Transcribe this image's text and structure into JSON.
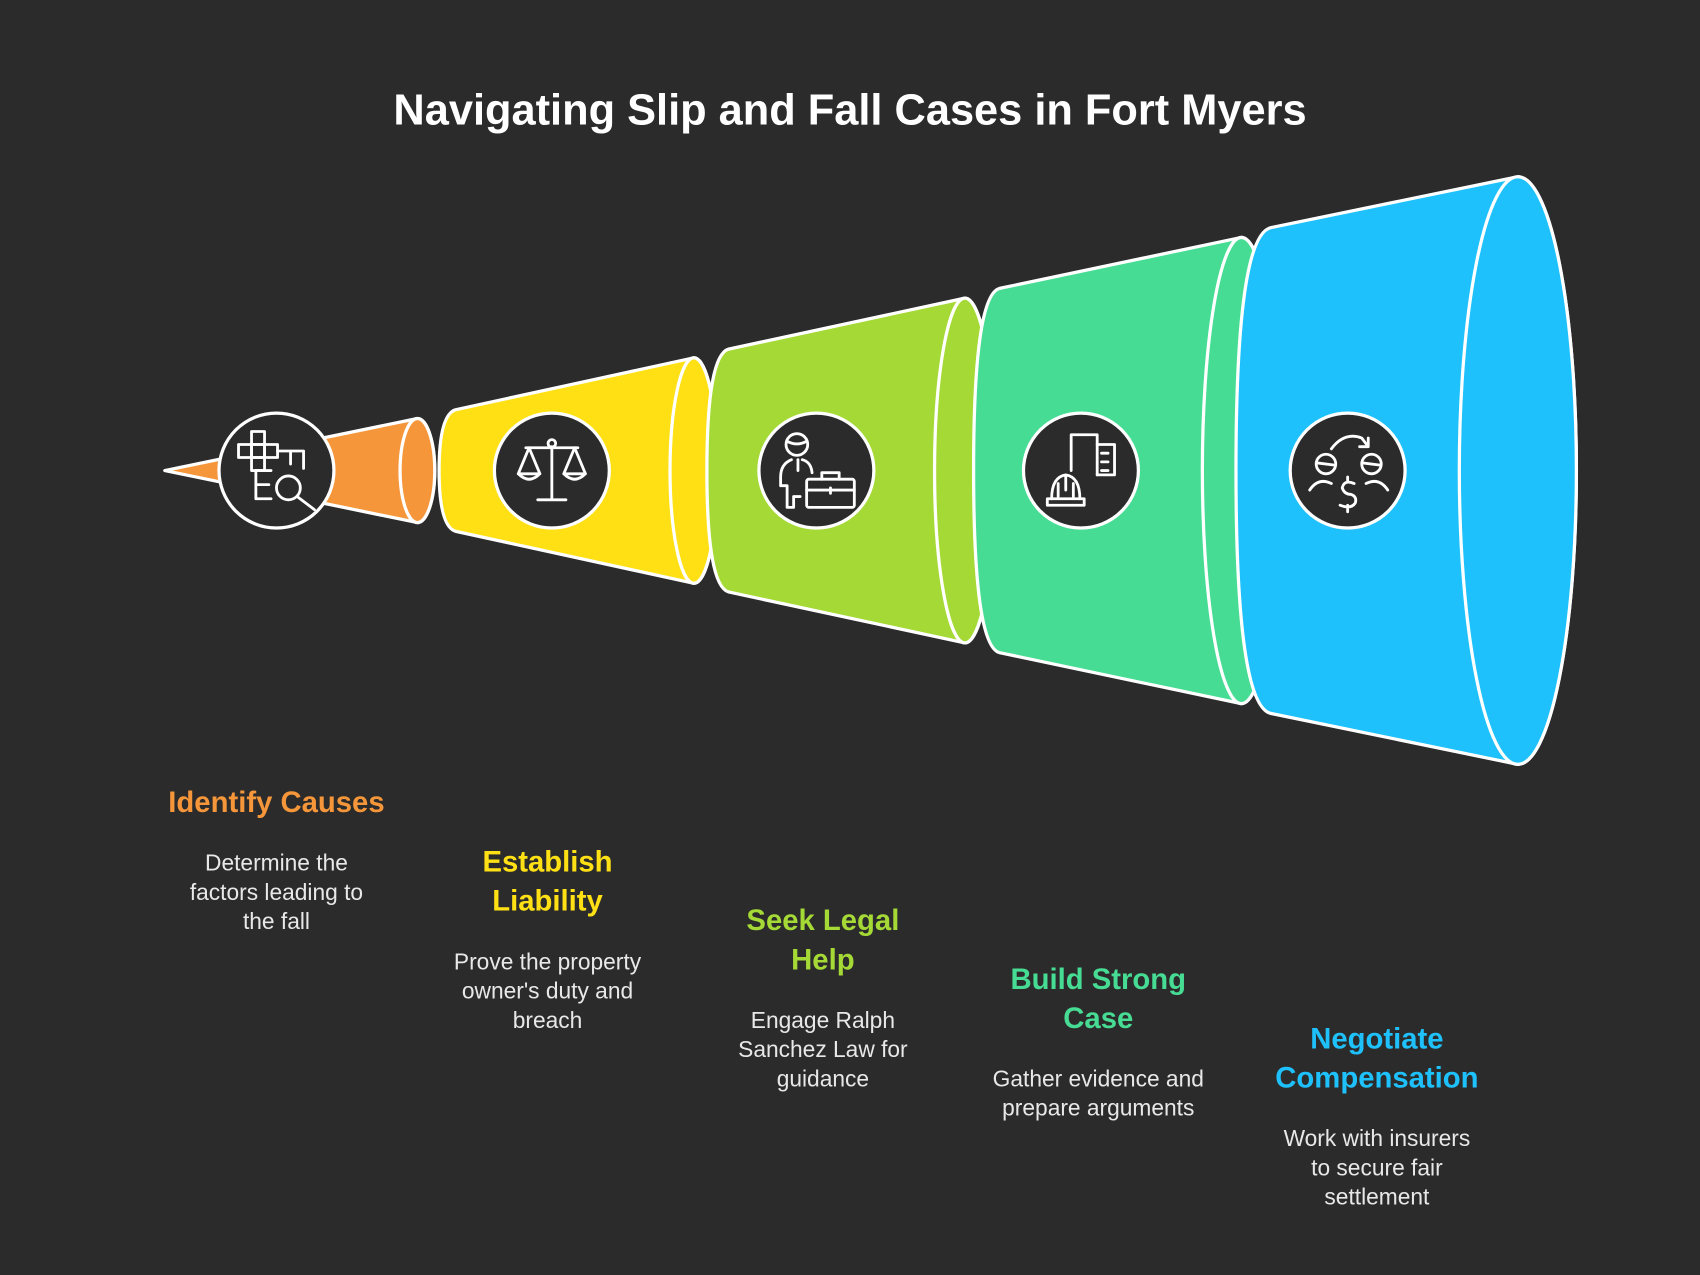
{
  "title": "Navigating Slip and Fall Cases in Fort Myers",
  "colors": {
    "background": "#2b2b2b",
    "outline": "#ffffff"
  },
  "steps": [
    {
      "title_lines": [
        "Identify Causes"
      ],
      "desc_lines": [
        "Determine the",
        "factors leading to",
        "the fall"
      ],
      "color": "#f5963a",
      "icon": "puzzle-magnifier-icon"
    },
    {
      "title_lines": [
        "Establish",
        "Liability"
      ],
      "desc_lines": [
        "Prove the property",
        "owner's duty and",
        "breach"
      ],
      "color": "#ffe014",
      "icon": "scales-of-justice-icon"
    },
    {
      "title_lines": [
        "Seek Legal",
        "Help"
      ],
      "desc_lines": [
        "Engage Ralph",
        "Sanchez Law for",
        "guidance"
      ],
      "color": "#a5d936",
      "icon": "lawyer-briefcase-icon"
    },
    {
      "title_lines": [
        "Build Strong",
        "Case"
      ],
      "desc_lines": [
        "Gather evidence and",
        "prepare arguments"
      ],
      "color": "#47dc93",
      "icon": "building-hardhat-icon"
    },
    {
      "title_lines": [
        "Negotiate",
        "Compensation"
      ],
      "desc_lines": [
        "Work with insurers",
        "to secure fair",
        "settlement"
      ],
      "color": "#1ec1fb",
      "icon": "negotiation-money-icon"
    }
  ]
}
